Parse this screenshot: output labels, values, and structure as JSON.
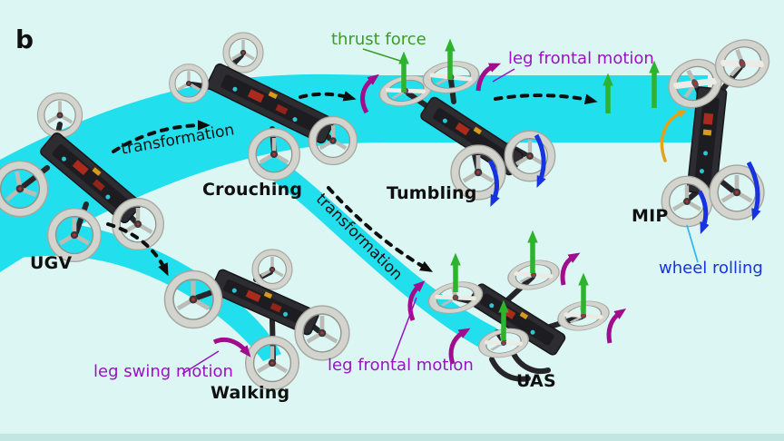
{
  "panel": {
    "label": "b"
  },
  "mode_labels": {
    "ugv": "UGV",
    "crouching": "Crouching",
    "walking": "Walking",
    "tumbling": "Tumbling",
    "uas": "UAS",
    "mip": "MIP"
  },
  "annotations": {
    "transformation_upper": "transformation",
    "transformation_lower": "transformation",
    "thrust_force": "thrust force",
    "leg_frontal_motion_upper": "leg frontal motion",
    "leg_frontal_motion_lower": "leg frontal motion",
    "leg_swing_motion": "leg swing motion",
    "wheel_rolling": "wheel rolling"
  },
  "colors": {
    "background": "#dcf7f3",
    "transformation_band": "#22dfee",
    "thrust_force_green": "#2db32d",
    "leg_motion_purple": "#a00d8d",
    "wheel_rolling_blue": "#1733e0",
    "hint_arrow_orange": "#e5a01c",
    "label_black": "#101010"
  }
}
